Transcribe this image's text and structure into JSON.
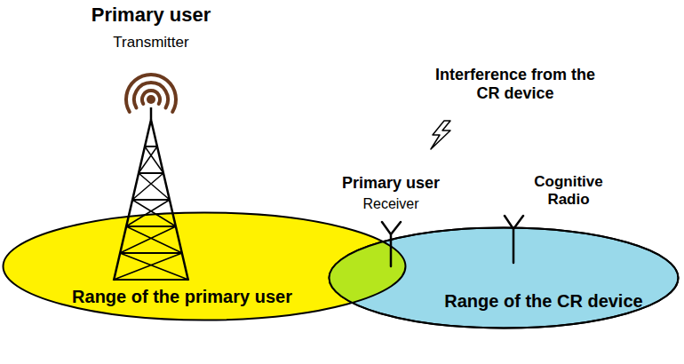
{
  "diagram": {
    "nodes": [
      {
        "text": [
          "Range of the primary user"
        ]
      },
      {
        "text": [
          "Range of the CR device"
        ]
      }
    ],
    "labels": [
      "Primary user",
      "Transmitter",
      "Interference from the CR device",
      "Primary user",
      "Receiver",
      "Cognitive Radio"
    ]
  }
}
